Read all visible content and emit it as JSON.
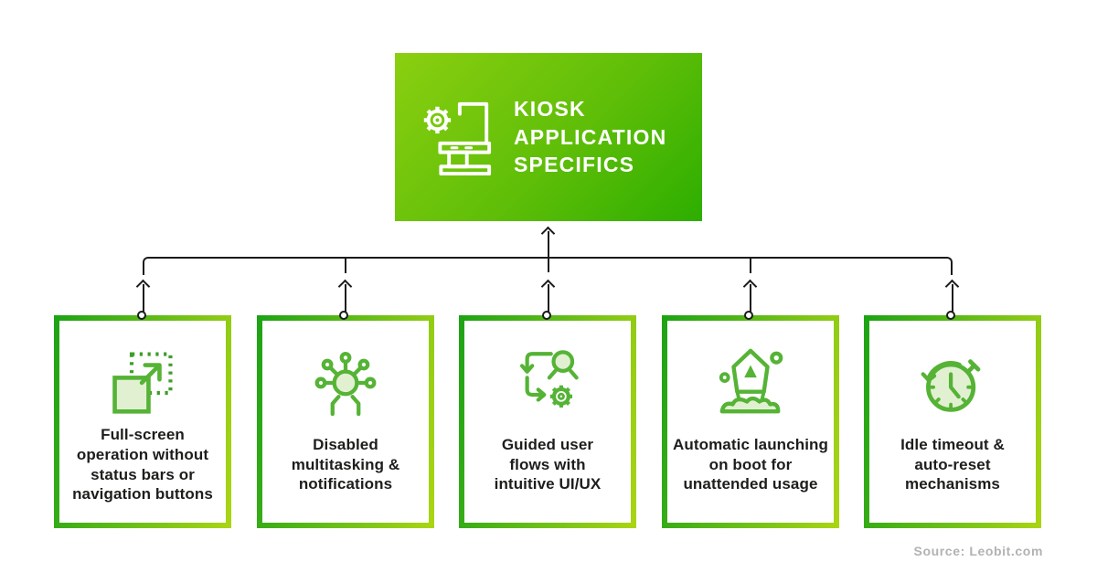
{
  "header": {
    "title": "KIOSK\nAPPLICATION\nSPECIFICS",
    "icon": "kiosk-terminal-icon"
  },
  "cards": [
    {
      "id": "fullscreen",
      "icon": "fullscreen-expand-icon",
      "label": "Full-screen\noperation without\nstatus bars or\nnavigation buttons"
    },
    {
      "id": "multitasking",
      "icon": "disabled-multitasking-icon",
      "label": "Disabled\nmultitasking &\nnotifications"
    },
    {
      "id": "guided-flows",
      "icon": "guided-user-flow-icon",
      "label": "Guided user\nflows with\nintuitive UI/UX"
    },
    {
      "id": "auto-launch",
      "icon": "rocket-launch-icon",
      "label": "Automatic launching\non boot for\nunattended usage"
    },
    {
      "id": "idle-timeout",
      "icon": "idle-timer-icon",
      "label": "Idle timeout &\nauto-reset\nmechanisms"
    }
  ],
  "footer": {
    "source": "Source: Leobit.com"
  },
  "colors": {
    "header_gradient_start": "#8bcf10",
    "header_gradient_end": "#2dae00",
    "card_border_gradient_start": "#1ca315",
    "card_border_gradient_end": "#abd513",
    "icon_green": "#55b335",
    "icon_fill_light": "#e2f0d2",
    "connector_black": "#1b1b1b",
    "text_dark": "#1d1d1b",
    "source_gray": "#b2b2b2"
  }
}
